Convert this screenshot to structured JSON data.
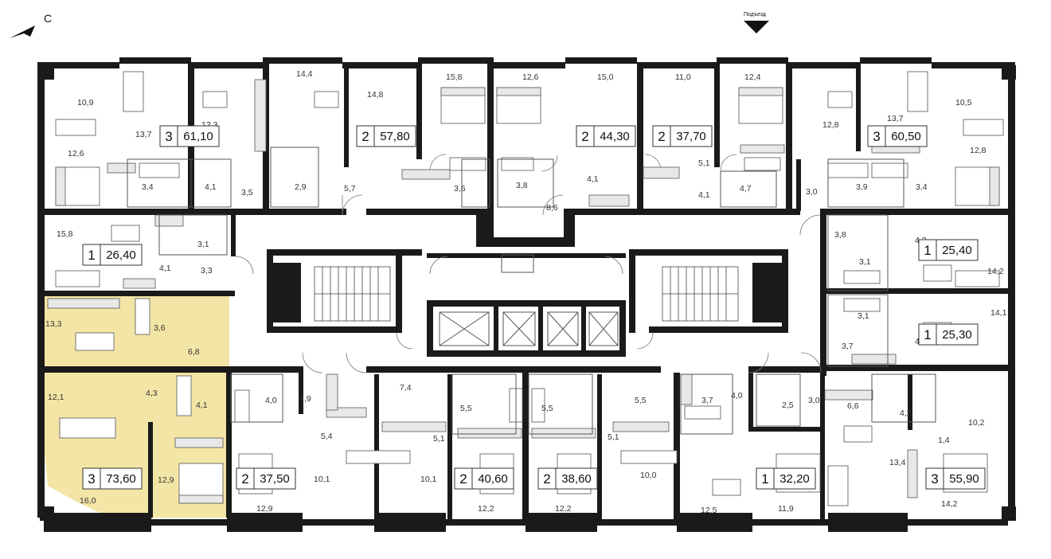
{
  "compass_label": "С",
  "entrance_label": "Подъезд",
  "room_areas": [
    "10,9",
    "13,7",
    "12,3",
    "14,4",
    "14,8",
    "15,8",
    "12,6",
    "15,0",
    "11,0",
    "12,4",
    "12,8",
    "13,7",
    "10,5",
    "12,6",
    "3,4",
    "4,1",
    "3,5",
    "2,9",
    "5,7",
    "3,6",
    "3,8",
    "8,6",
    "4,1",
    "5,1",
    "4,1",
    "4,7",
    "3,0",
    "3,9",
    "3,4",
    "12,8",
    "15,8",
    "3,1",
    "4,1",
    "3,3",
    "3,8",
    "4,2",
    "3,1",
    "14,2",
    "13,3",
    "3,6",
    "6,8",
    "3,1",
    "14,1",
    "3,7",
    "4,2",
    "12,1",
    "4,3",
    "4,1",
    "4,0",
    "4,9",
    "7,4",
    "5,5",
    "5,5",
    "5,5",
    "3,7",
    "4,0",
    "2,5",
    "3,0",
    "6,6",
    "4,2",
    "10,2",
    "5,4",
    "5,1",
    "5,1",
    "1,4",
    "13,4",
    "10,1",
    "10,1",
    "10,0",
    "16,0",
    "12,9",
    "12,9",
    "12,2",
    "12,2",
    "12,5",
    "11,9",
    "14,2"
  ],
  "apartments": [
    {
      "rooms": "3",
      "area": "61,10",
      "selected": false
    },
    {
      "rooms": "2",
      "area": "57,80",
      "selected": false
    },
    {
      "rooms": "2",
      "area": "44,30",
      "selected": false
    },
    {
      "rooms": "2",
      "area": "37,70",
      "selected": false
    },
    {
      "rooms": "3",
      "area": "60,50",
      "selected": false
    },
    {
      "rooms": "1",
      "area": "26,40",
      "selected": false
    },
    {
      "rooms": "1",
      "area": "25,40",
      "selected": false
    },
    {
      "rooms": "1",
      "area": "25,30",
      "selected": false
    },
    {
      "rooms": "3",
      "area": "73,60",
      "selected": true
    },
    {
      "rooms": "2",
      "area": "37,50",
      "selected": false
    },
    {
      "rooms": "2",
      "area": "40,60",
      "selected": false
    },
    {
      "rooms": "2",
      "area": "38,60",
      "selected": false
    },
    {
      "rooms": "1",
      "area": "32,20",
      "selected": false
    },
    {
      "rooms": "3",
      "area": "55,90",
      "selected": false
    }
  ],
  "colors": {
    "highlight": "#f3e5a6",
    "wall": "#1a1a1a"
  }
}
